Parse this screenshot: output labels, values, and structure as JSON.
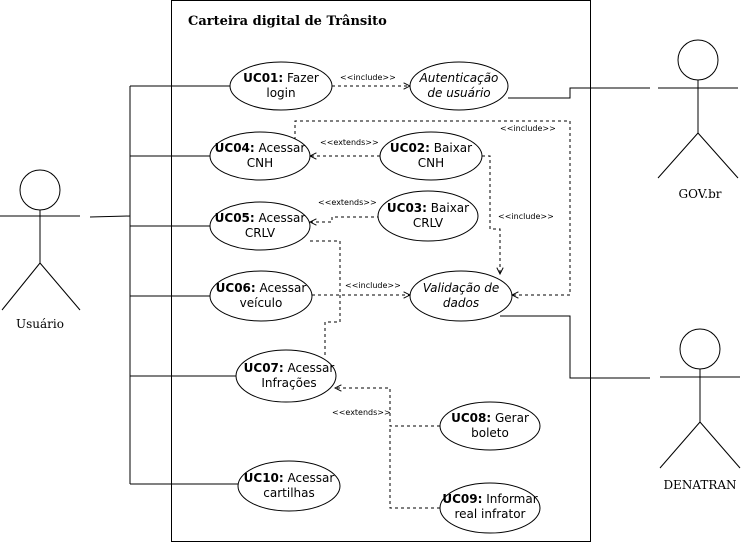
{
  "title": "Carteira digital de Trânsito",
  "actors": {
    "usuario": "Usuário",
    "govbr": "GOV.br",
    "denatran": "DENATRAN"
  },
  "use_cases": {
    "uc01": {
      "code": "UC01:",
      "l1": "Fazer",
      "l2": "login"
    },
    "auth": {
      "l1": "Autenticação",
      "l2": "de usuário"
    },
    "uc04": {
      "code": "UC04:",
      "l1": "Acessar",
      "l2": "CNH"
    },
    "uc02": {
      "code": "UC02:",
      "l1": "Baixar",
      "l2": "CNH"
    },
    "uc05": {
      "code": "UC05:",
      "l1": "Acessar",
      "l2": "CRLV"
    },
    "uc03": {
      "code": "UC03:",
      "l1": "Baixar",
      "l2": "CRLV"
    },
    "uc06": {
      "code": "UC06:",
      "l1": "Acessar",
      "l2": "veículo"
    },
    "valid": {
      "l1": "Validação de",
      "l2": "dados"
    },
    "uc07": {
      "code": "UC07:",
      "l1": "Acessar",
      "l2": "Infrações"
    },
    "uc08": {
      "code": "UC08:",
      "l1": "Gerar",
      "l2": "boleto"
    },
    "uc10": {
      "code": "UC10:",
      "l1": "Acessar",
      "l2": "cartilhas"
    },
    "uc09": {
      "code": "UC09:",
      "l1": "Informar",
      "l2": "real infrator"
    }
  },
  "stereotypes": {
    "include_login": "<<include>>",
    "extends_cnh": "<<extends>>",
    "include_top": "<<include>>",
    "include_mid": "<<include>>",
    "extends_crlv": "<<extends>>",
    "include_veic": "<<include>>",
    "extends_infr": "<<extends>>"
  }
}
